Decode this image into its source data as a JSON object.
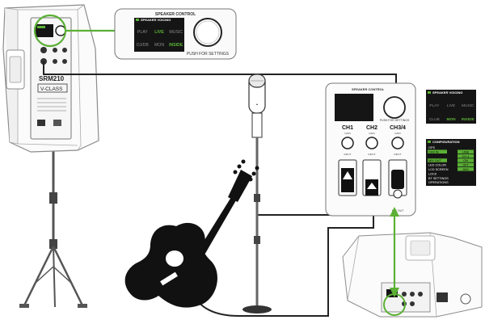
{
  "colors": {
    "accent_green": "#5bb035",
    "screen_dark": "#151515",
    "line": "#222222",
    "speaker_outline": "#8c8c8c"
  },
  "main_speaker": {
    "model": "SRM210",
    "badge": "V-CLASS"
  },
  "speaker_control_panel": {
    "title": "SPEAKER CONTROL",
    "knob_caption": "PUSH FOR SETTINGS",
    "screen_header": "SPEAKER VOICING",
    "voicing_modes": [
      {
        "label": "PLAY",
        "active": false
      },
      {
        "label": "LIVE",
        "active": true
      },
      {
        "label": "MUSIC",
        "active": false
      },
      {
        "label": "DJ/DB",
        "active": false
      },
      {
        "label": "MON",
        "active": false
      },
      {
        "label": "INSIDE",
        "active": true
      }
    ]
  },
  "mixer_speaker": {
    "panel_title": "SPEAKER CONTROL",
    "knob_caption": "PUSH FOR SETTINGS",
    "channels": [
      {
        "label": "CH1",
        "knob_caption": "GAIN",
        "input_caption": "INPUT"
      },
      {
        "label": "CH2",
        "knob_caption": "GAIN",
        "input_caption": "INPUT"
      },
      {
        "label": "CH3/4",
        "knob_caption": "GAIN",
        "input_caption": "INPUT"
      }
    ],
    "output_caption": "MIX OUT"
  },
  "voicing_popup": {
    "header": "SPEAKER VOICING",
    "modes": [
      {
        "label": "PLAY",
        "active": false
      },
      {
        "label": "LIVE",
        "active": false
      },
      {
        "label": "MUSIC",
        "active": false
      },
      {
        "label": "CLUB",
        "active": false
      },
      {
        "label": "MON",
        "active": true
      },
      {
        "label": "INSIDE",
        "active": true
      }
    ]
  },
  "configuration_popup": {
    "header": "CONFIGURATION",
    "rows": [
      {
        "label": "GPS",
        "value": "",
        "value_highlight": false,
        "label_highlight": false
      },
      {
        "label": "CH3 IN",
        "value": "LINE",
        "value_highlight": true,
        "label_highlight": true
      },
      {
        "label": "",
        "value": "CH 4",
        "value_highlight": true,
        "label_highlight": false
      },
      {
        "label": "MIX OUT",
        "value": "ON",
        "value_highlight": true,
        "label_highlight": true
      },
      {
        "label": "LED COLOR",
        "value": "OFF",
        "value_highlight": true,
        "label_highlight": false
      },
      {
        "label": "LCD SCREEN",
        "value": "DIM",
        "value_highlight": true,
        "label_highlight": false
      },
      {
        "label": "LOCK",
        "value": "",
        "value_highlight": false,
        "label_highlight": false
      },
      {
        "label": "BT SETTINGS",
        "value": "",
        "value_highlight": false,
        "label_highlight": false
      },
      {
        "label": "OPERATIONS",
        "value": "",
        "value_highlight": false,
        "label_highlight": false
      }
    ]
  }
}
